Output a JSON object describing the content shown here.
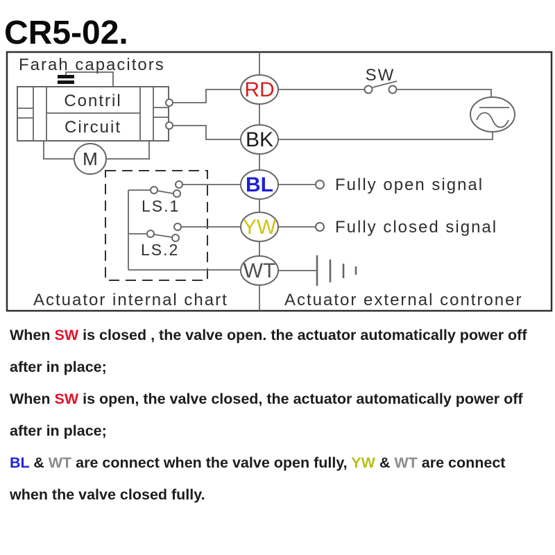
{
  "title": "CR5-02.",
  "colors": {
    "wire": "#666666",
    "border": "#2f2f2f",
    "diagram_text": "#2e2e2e",
    "node_rd": "#d32020",
    "node_bk": "#1a1a1a",
    "node_bl": "#1f1fd9",
    "node_yw": "#d0c310",
    "node_wt": "#4d4d4d",
    "note_text": "#1c1c1c",
    "note_red": "#e0122a",
    "note_blue": "#2222dd",
    "note_gray": "#8c8c8c",
    "note_yellow": "#b6bd1c"
  },
  "diagram": {
    "farah_label": "Farah capacitors",
    "control_box": {
      "line1": "Contril",
      "line2": "Circuit"
    },
    "motor_label": "M",
    "ls1_label": "LS.1",
    "ls2_label": "LS.2",
    "sw_label": "SW",
    "nodes": {
      "rd": "RD",
      "bk": "BK",
      "bl": "BL",
      "yw": "YW",
      "wt": "WT"
    },
    "fully_open_label": "Fully open signal",
    "fully_closed_label": "Fully closed signal",
    "internal_label": "Actuator internal chart",
    "external_label": "Actuator external controner"
  },
  "notes": {
    "line1": {
      "a": "When ",
      "sw": "SW",
      "b": " is closed , the valve open. the actuator automatically power off"
    },
    "line2": "after in place;",
    "line3": {
      "a": "When ",
      "sw": "SW",
      "b": " is open, the valve closed, the actuator automatically power off"
    },
    "line4": "after in place;",
    "line5": {
      "bl": "BL",
      "a": " & ",
      "wt1": "WT",
      "b": " are connect when the valve open fully, ",
      "yw": "YW",
      "c": " & ",
      "wt2": "WT",
      "d": " are connect"
    },
    "line6": "when the valve closed fully."
  }
}
